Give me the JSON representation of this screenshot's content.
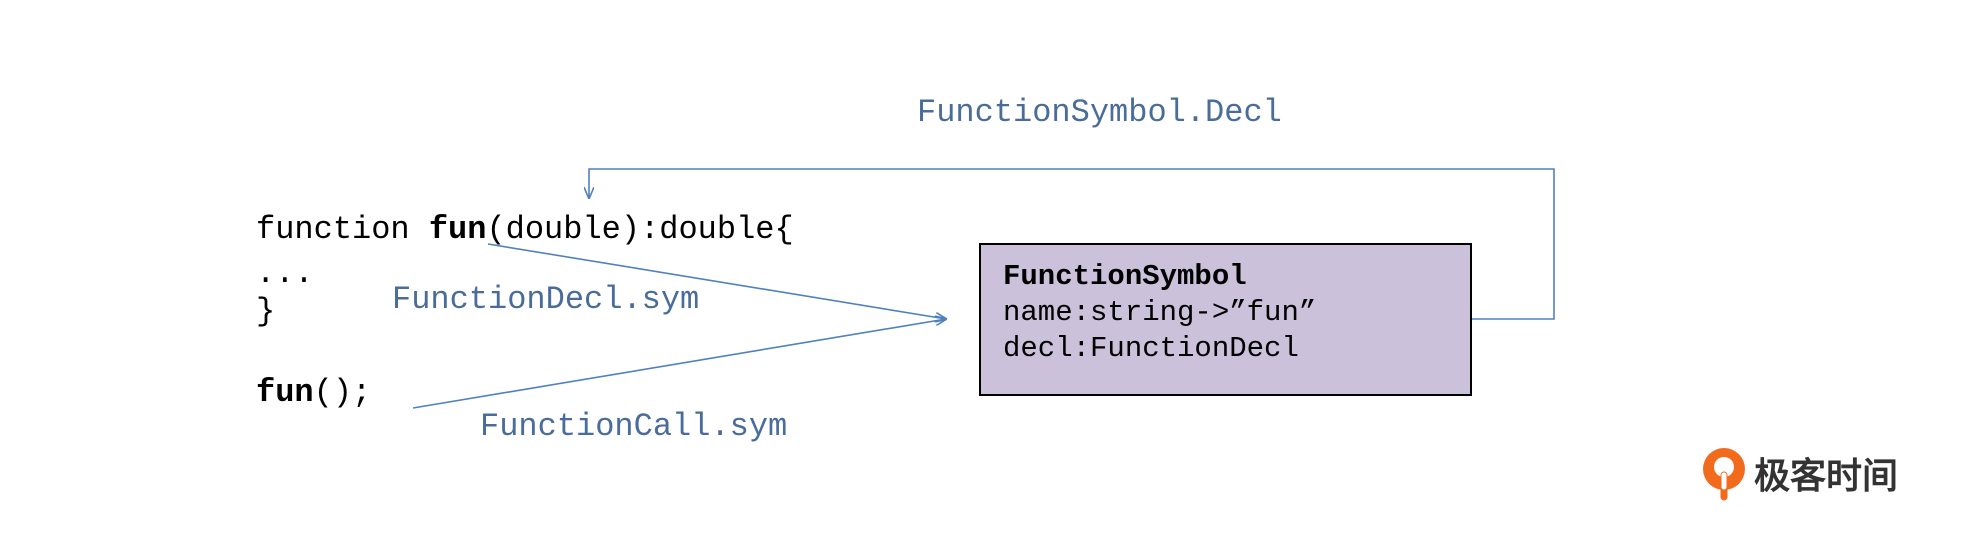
{
  "code": {
    "line1_kw": "function ",
    "line1_name": "fun",
    "line1_rest": "(double):double{",
    "line2": "...",
    "line3": "}",
    "call_name": "fun",
    "call_rest": "();"
  },
  "labels": {
    "decl_sym": "FunctionDecl.sym",
    "call_sym": "FunctionCall.sym",
    "symbol_decl": "FunctionSymbol.Decl"
  },
  "symbol_box": {
    "title": "FunctionSymbol",
    "field1": "name:string->”fun”",
    "field2": "decl:FunctionDecl",
    "fill": "#ccc1da"
  },
  "logo": {
    "text": "极客时间",
    "icon": "geektime-logo-icon",
    "color": "#f26b1d"
  },
  "colors": {
    "arrow": "#4f81bd",
    "label": "#4a6c9b"
  }
}
